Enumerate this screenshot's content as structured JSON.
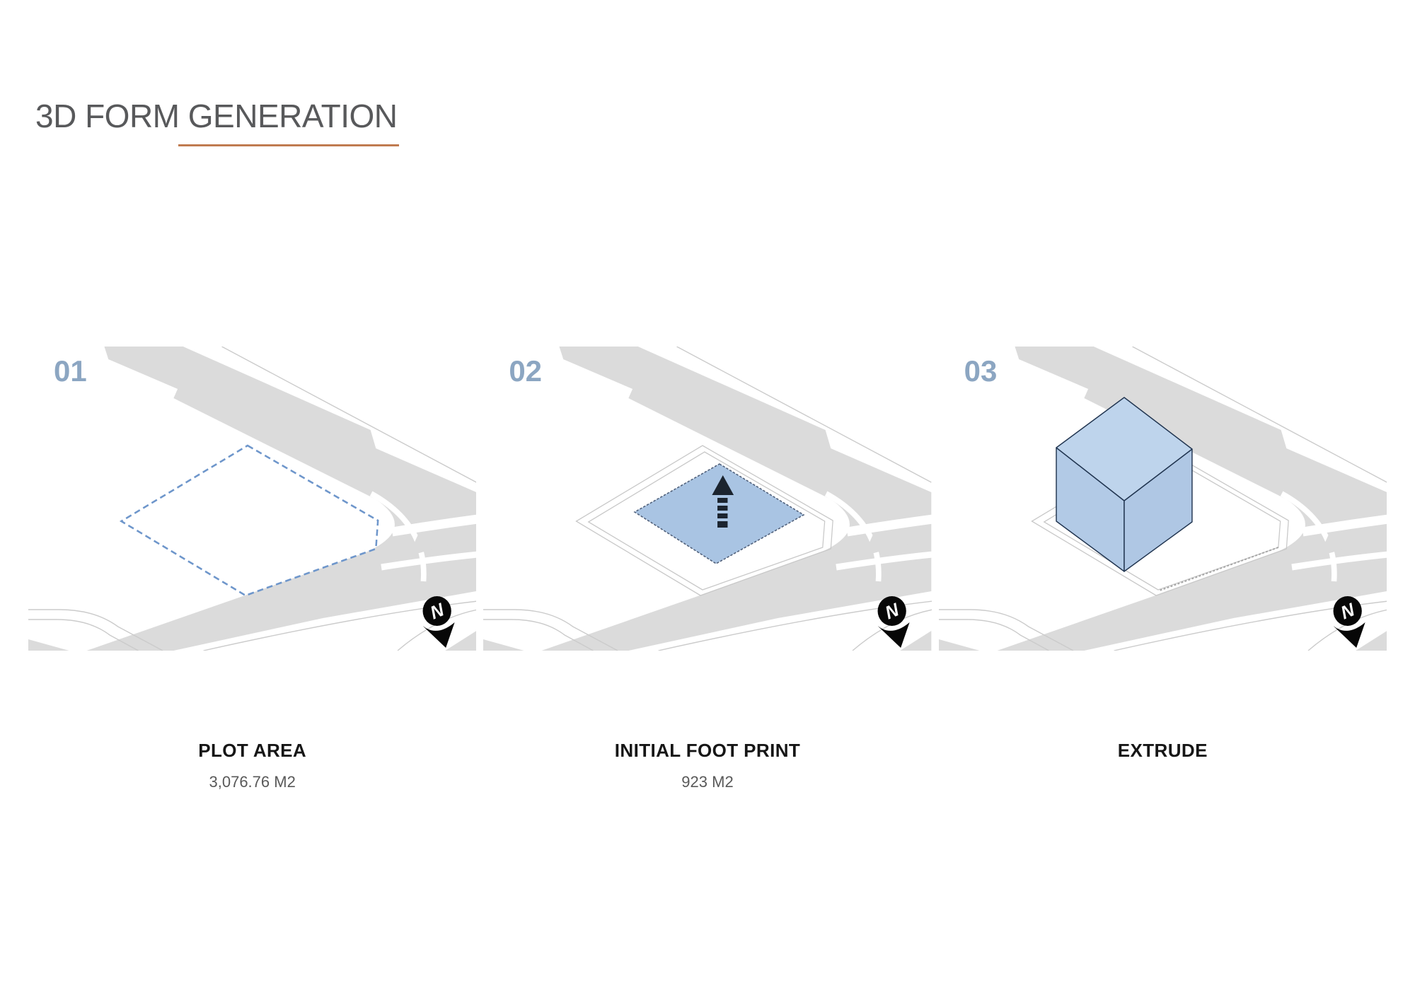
{
  "header": {
    "title_prefix": "3D FORM ",
    "title_highlight": "GENERATION"
  },
  "panels": [
    {
      "number": "01",
      "label": "PLOT AREA",
      "area": "3,076.76 M2",
      "overlay": "plot-boundary-dashed",
      "north_label": "N"
    },
    {
      "number": "02",
      "label": "INITIAL FOOT PRINT",
      "area": "923 M2",
      "overlay": "footprint-with-extrude-arrow",
      "north_label": "N"
    },
    {
      "number": "03",
      "label": "EXTRUDE",
      "area": "",
      "overlay": "extruded-building-mass",
      "north_label": "N"
    }
  ],
  "icons": {
    "north_icon": "north-arrow-pin",
    "up_arrow_icon": "extrude-up-arrow"
  },
  "colors": {
    "title_text": "#58595B",
    "title_underline": "#C07B50",
    "step_number": "#8CA6C2",
    "label_text": "#161616",
    "sublabel_text": "#595959",
    "road_gray": "#DBDBDB",
    "road_line": "#CBCBCB",
    "plot_dash_blue": "#6E96CB",
    "plot_outline": "#C8C8C8",
    "plot_dot": "#A5A5A5",
    "footprint_fill": "#A9C4E3",
    "footprint_border": "#50607A",
    "cube_fill_top": "#BED4EC",
    "cube_fill_left": "#B2CAE6",
    "cube_fill_right": "#AFC7E4",
    "cube_edge": "#213550",
    "arrow_dark": "#1B242F",
    "north_black": "#070707"
  }
}
